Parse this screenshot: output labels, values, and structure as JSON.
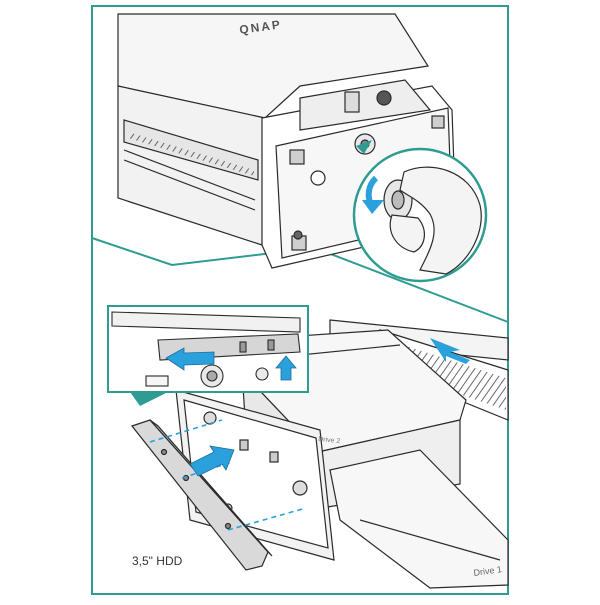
{
  "labels": {
    "brand": "QNAP",
    "hdd": "3,5\" HDD",
    "drive_2": "Drive 2",
    "drive_1": "Drive 1"
  },
  "colors": {
    "frame": "#2f9c91",
    "arrow": "#2aa0dc",
    "line": "#2b2b2b",
    "panel": "#f2f2f2",
    "shade": "#dcdcdc",
    "dashed_guide": "#2aa0dc"
  },
  "icons": [
    "rotate-arrow-icon",
    "slide-arrow-icon",
    "lift-arrow-icon",
    "push-arrow-icon",
    "tray-arrow-icon"
  ]
}
